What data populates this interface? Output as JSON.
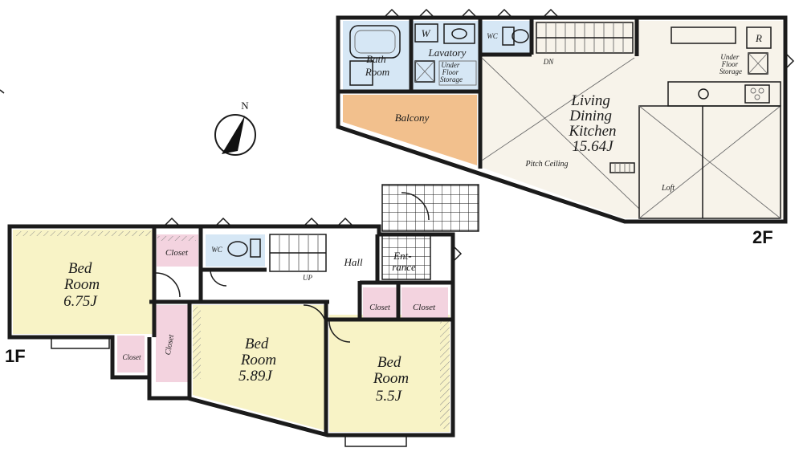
{
  "colors": {
    "bedroom": "#f8f3c6",
    "ldk": "#f7f3ea",
    "wet_area": "#d6e7f5",
    "closet": "#f3d3df",
    "balcony": "#f2c08d",
    "hall": "#ffffff",
    "wall": "#1b1b1b"
  },
  "floor_2f": {
    "floor_label": "2F",
    "bath_room": "Bath\nRoom",
    "lavatory_w": "W",
    "lavatory": "Lavatory",
    "under_floor_storage_small": "Under\nFloor\nStorage",
    "wc": "WC",
    "stairs_dn": "DN",
    "balcony": "Balcony",
    "ldk_name": "Living\nDining\nKitchen",
    "ldk_size": "15.64J",
    "pitch_ceiling": "Pitch Ceiling",
    "loft": "Loft",
    "under_floor_storage": "Under\nFloor\nStorage",
    "refrigerator": "R"
  },
  "floor_1f": {
    "floor_label": "1F",
    "bed1_name": "Bed\nRoom",
    "bed1_size": "6.75J",
    "closet_a": "Closet",
    "wc": "WC",
    "stairs_up": "UP",
    "hall": "Hall",
    "entrance": "Ent-\nrance",
    "closet_b": "Closet",
    "closet_c": "Closet",
    "closet_d": "Closet",
    "closet_e": "Closet",
    "bed2_name": "Bed\nRoom",
    "bed2_size": "5.89J",
    "bed3_name": "Bed\nRoom",
    "bed3_size": "5.5J"
  },
  "compass": {
    "north_label": "N",
    "icon": "north-arrow-icon"
  }
}
